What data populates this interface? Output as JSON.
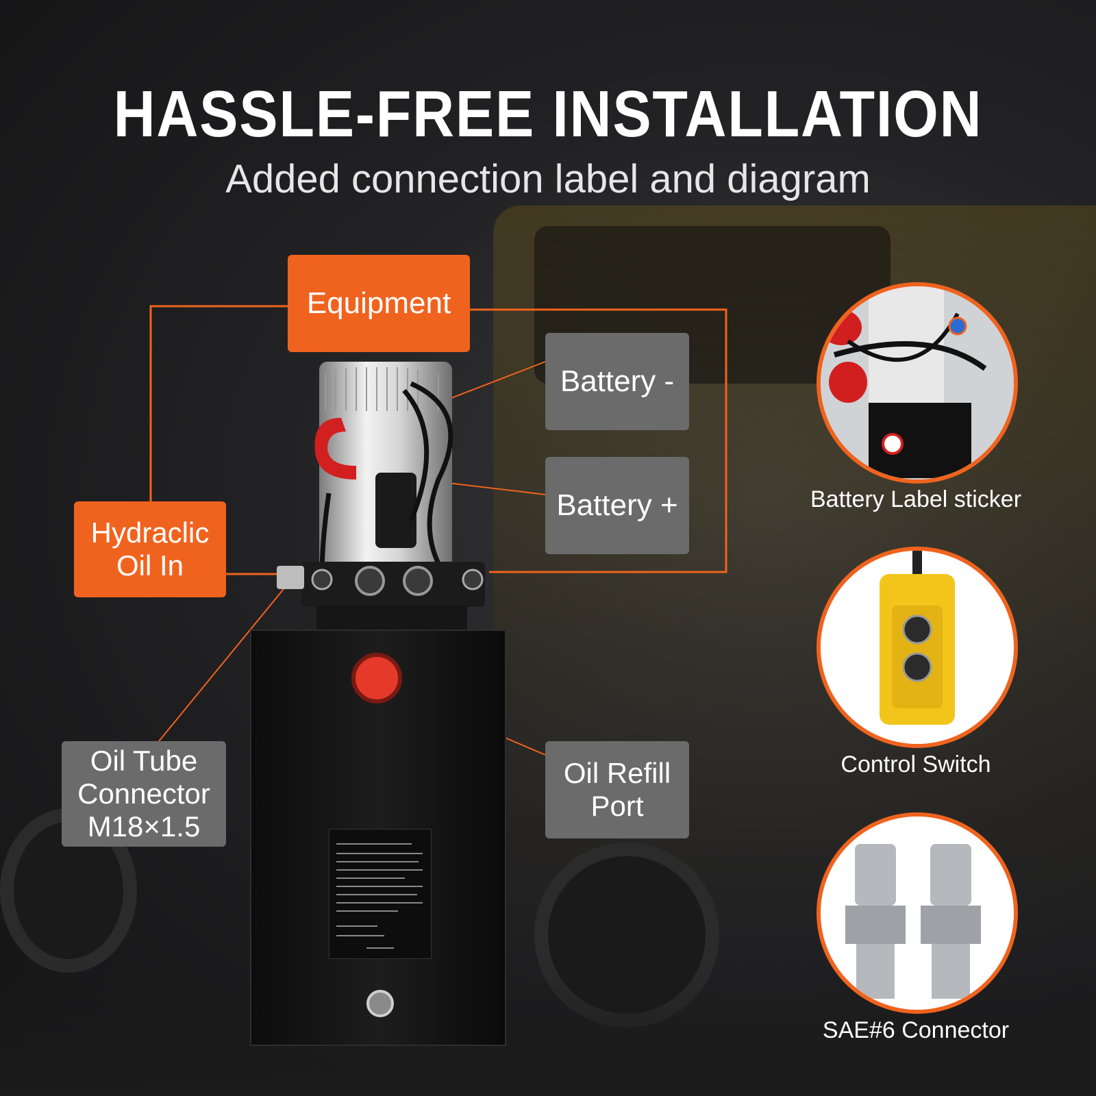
{
  "header": {
    "title": "HASSLE-FREE INSTALLATION",
    "subtitle": "Added connection label and diagram"
  },
  "callouts": {
    "equipment": "Equipment",
    "hydraulic_oil_in": [
      "Hydraclic",
      "Oil In"
    ],
    "battery_minus": "Battery -",
    "battery_plus": "Battery +",
    "oil_tube_connector": [
      "Oil Tube",
      "Connector",
      "M18×1.5"
    ],
    "oil_refill_port": [
      "Oil Refill",
      "Port"
    ]
  },
  "thumbnails": [
    {
      "label": "Battery Label sticker"
    },
    {
      "label": "Control Switch"
    },
    {
      "label": "SAE#6 Connector"
    }
  ],
  "colors": {
    "accent": "#f0631e",
    "gray_box": "#6b6b6b",
    "background": "#1c1c1d"
  }
}
